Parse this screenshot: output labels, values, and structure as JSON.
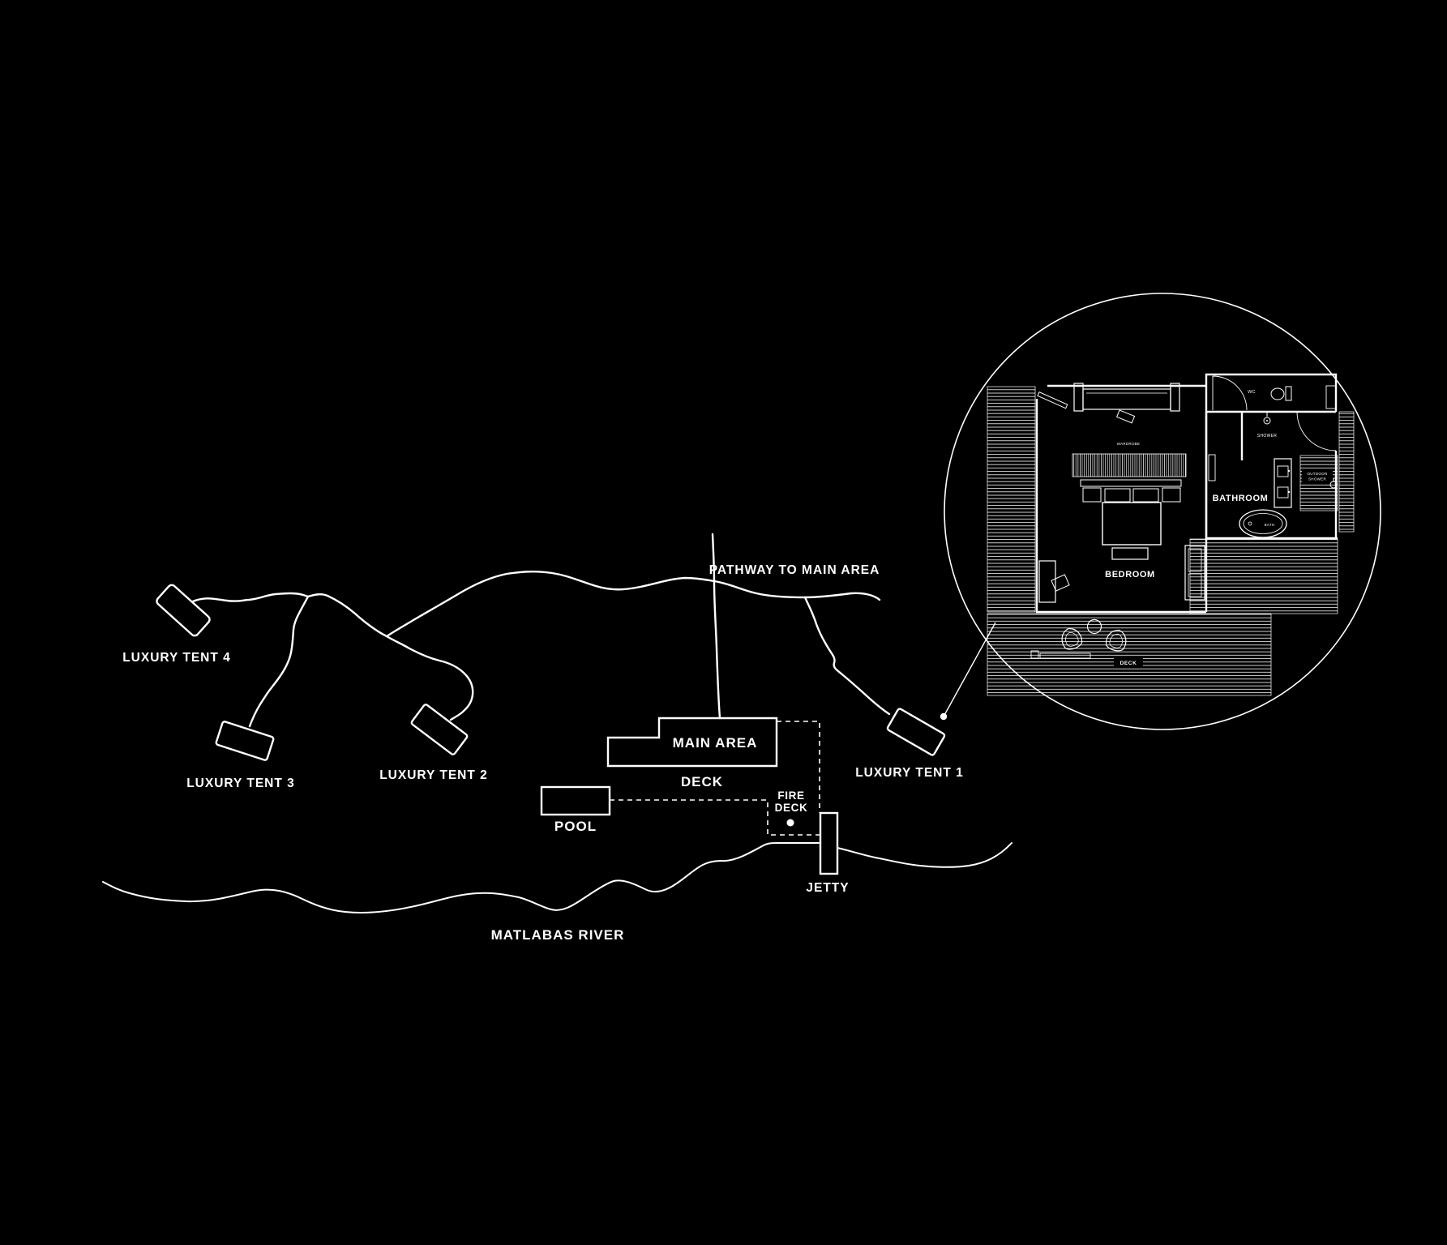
{
  "colors": {
    "background": "#000000",
    "line": "#ffffff"
  },
  "map": {
    "pathway_label": "PATHWAY TO MAIN AREA",
    "tents": [
      {
        "label": "LUXURY TENT 4"
      },
      {
        "label": "LUXURY TENT 3"
      },
      {
        "label": "LUXURY TENT 2"
      },
      {
        "label": "LUXURY TENT 1"
      }
    ],
    "main_area_label": "MAIN AREA",
    "main_area_deck_label": "DECK",
    "pool_label": "POOL",
    "fire_deck_line1": "FIRE",
    "fire_deck_line2": "DECK",
    "jetty_label": "JETTY",
    "river_label": "MATLABAS RIVER"
  },
  "inset": {
    "bedroom_label": "BEDROOM",
    "bathroom_label": "BATHROOM",
    "deck_label": "DECK",
    "wc_label": "WC",
    "shower_label": "SHOWER",
    "outdoor_shower_line1": "OUTDOOR",
    "outdoor_shower_line2": "SHOWER",
    "bath_label": "BATH",
    "wardrobe_label": "WARDROBE"
  }
}
